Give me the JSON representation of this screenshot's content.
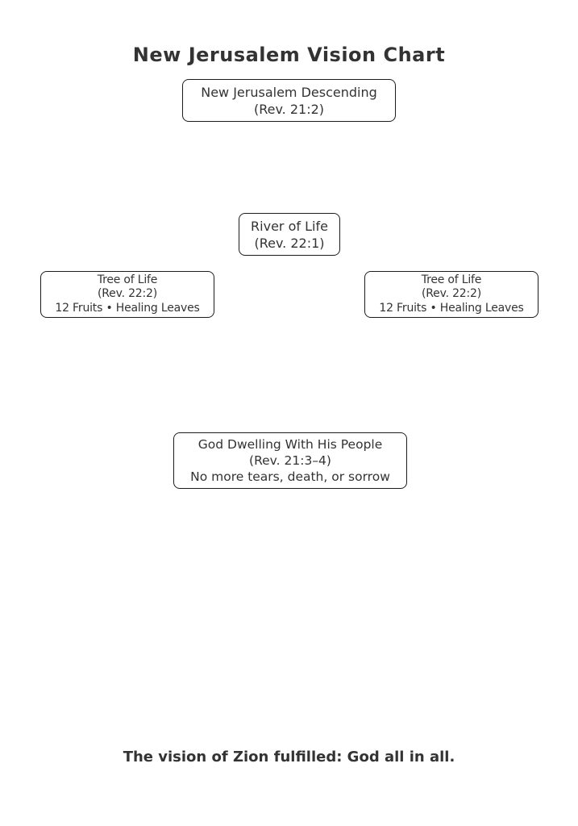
{
  "page": {
    "title": "New Jerusalem Vision Chart",
    "footer": "The vision of Zion fulfilled: God all in all."
  },
  "nodes": {
    "descending": {
      "line1": "New Jerusalem Descending",
      "line2": "(Rev. 21:2)"
    },
    "river": {
      "line1": "River of Life",
      "line2": "(Rev. 22:1)"
    },
    "tree_left": {
      "line1": "Tree of Life",
      "line2": "(Rev. 22:2)",
      "line3": "12 Fruits • Healing Leaves"
    },
    "tree_right": {
      "line1": "Tree of Life",
      "line2": "(Rev. 22:2)",
      "line3": "12 Fruits • Healing Leaves"
    },
    "dwelling": {
      "line1": "God Dwelling With His People",
      "line2": "(Rev. 21:3–4)",
      "line3": "No more tears, death, or sorrow"
    }
  },
  "colors": {
    "text": "#333333",
    "node_border": "#1c1c1c",
    "background": "#ffffff"
  }
}
